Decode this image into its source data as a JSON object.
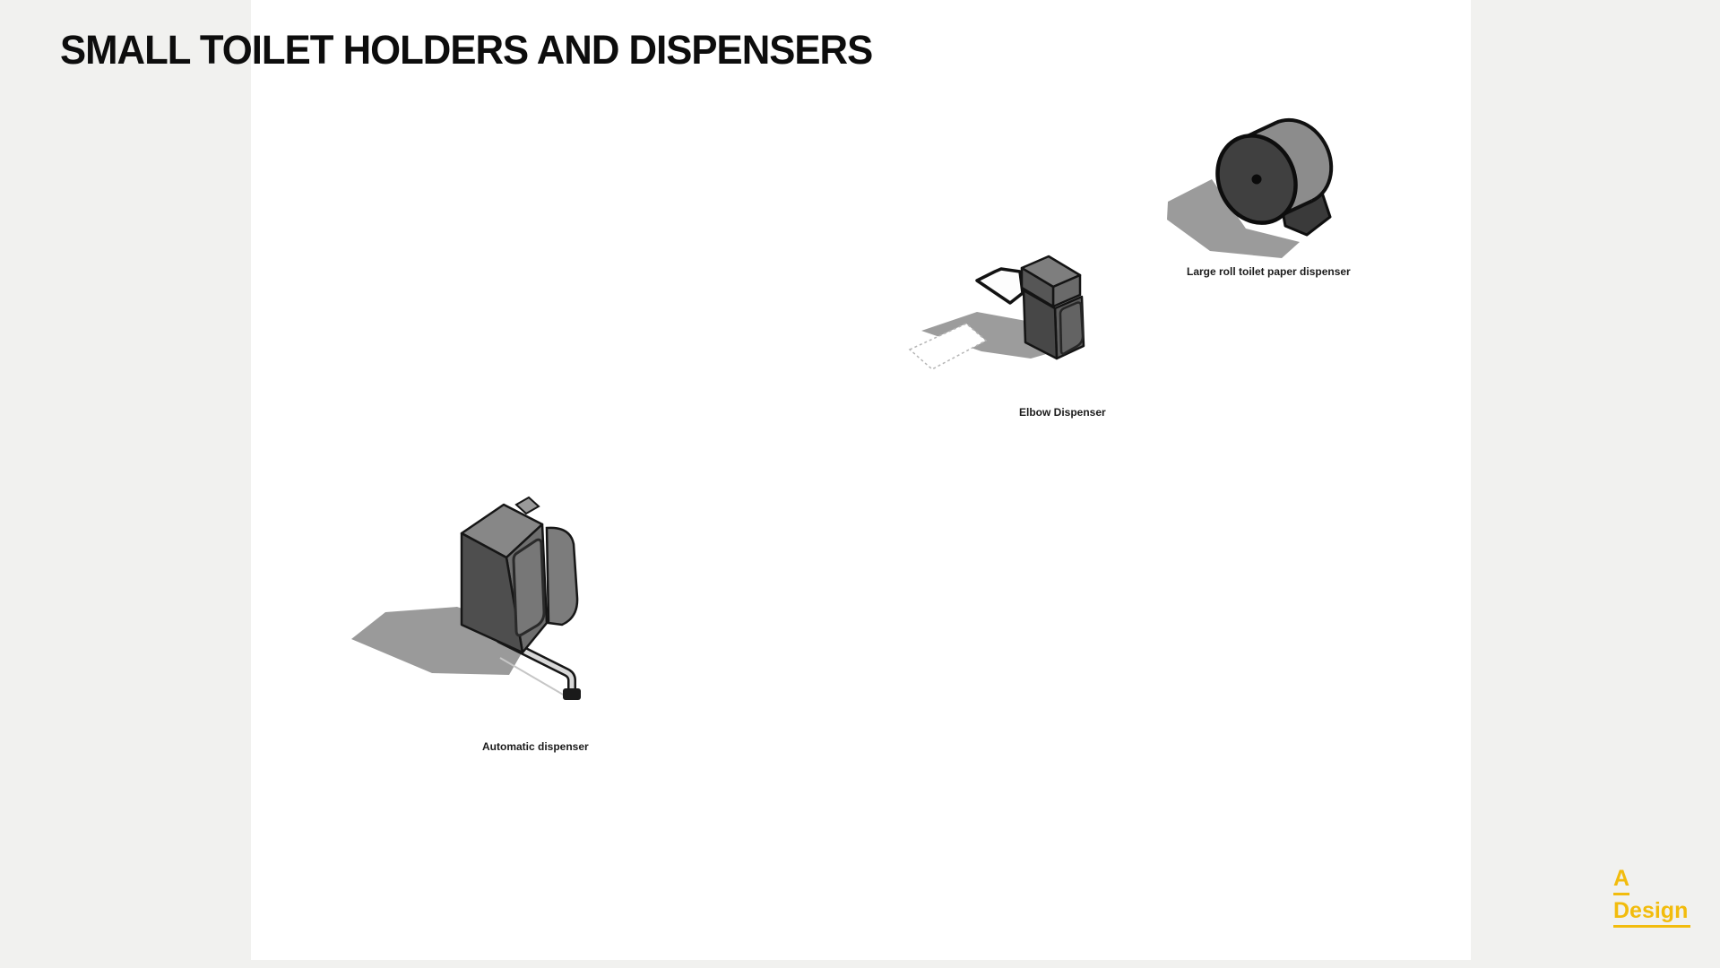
{
  "page": {
    "title": "SMALL TOILET HOLDERS AND DISPENSERS"
  },
  "items": [
    {
      "label": "Automatic dispenser"
    },
    {
      "label": "Elbow Dispenser"
    },
    {
      "label": "Large roll toilet paper dispenser"
    }
  ],
  "logo": {
    "line1": "A",
    "line2": "Design"
  },
  "colors": {
    "background": "#F1F1EF",
    "sheet": "#FFFFFF",
    "title_text": "#0D0D0D",
    "label_text": "#1B1B1B",
    "brand_yellow": "#F2BC0D",
    "drawing_dark_face": "#4E4E4E",
    "drawing_mid_face": "#6E6E6E",
    "drawing_light_face": "#878787",
    "drawing_shadow": "#9B9B9B",
    "drawing_outline": "#141414"
  }
}
